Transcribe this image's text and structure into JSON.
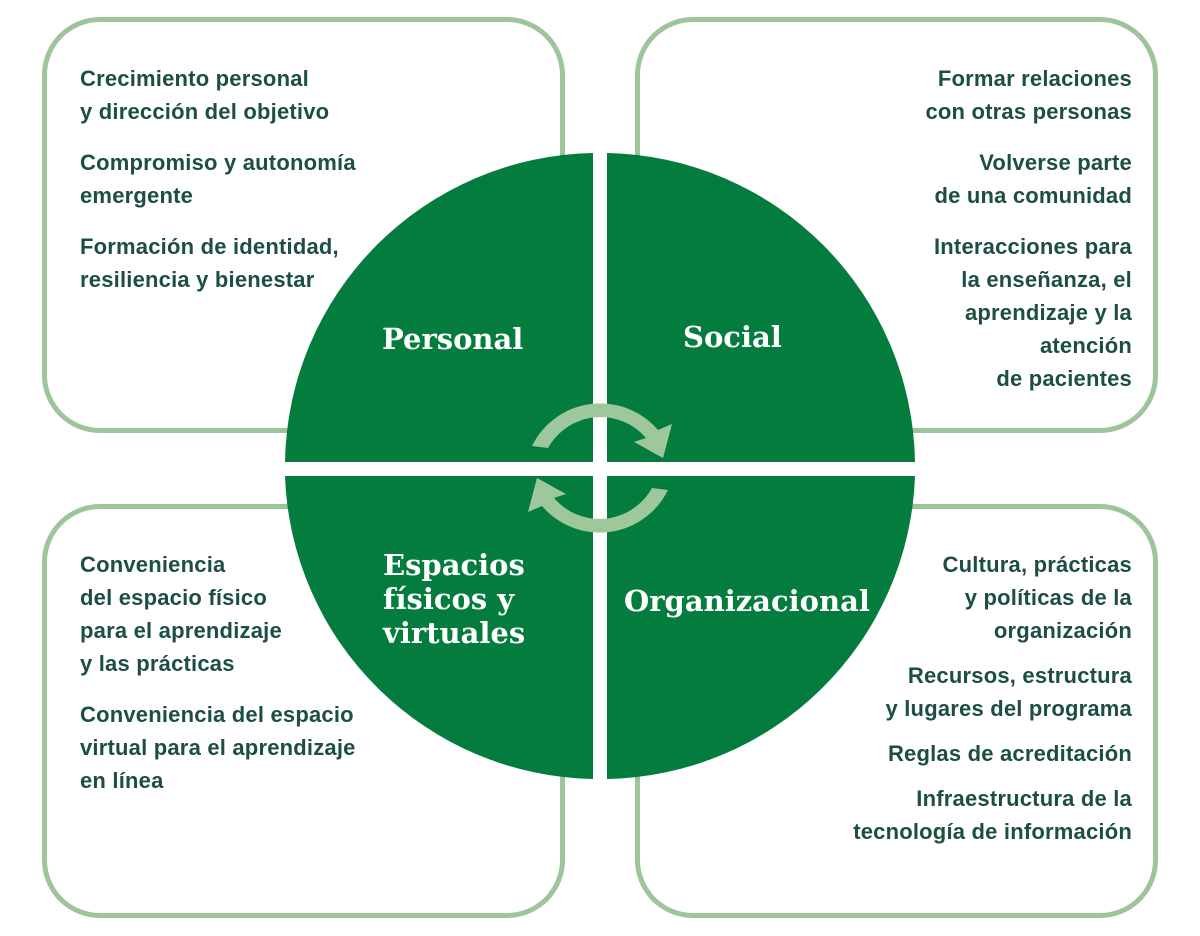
{
  "colors": {
    "box_border": "#9dc49a",
    "wheel_green": "#047c3e",
    "arrow_green": "#9fc79c",
    "text_dark_green": "#1d4e44",
    "label_white": "#ffffff"
  },
  "wheel": {
    "quadrants": [
      {
        "label": "Personal"
      },
      {
        "label": "Social"
      },
      {
        "label": "Espacios\nfísicos y\nvirtuales"
      },
      {
        "label": "Organizacional"
      }
    ],
    "center_icon": "cycle-arrows-icon"
  },
  "boxes": {
    "personal_items": [
      "Crecimiento personal\ny dirección del objetivo",
      "Compromiso y autonomía\nemergente",
      "Formación de identidad,\nresiliencia y bienestar"
    ],
    "social_items": [
      "Formar relaciones\ncon otras personas",
      "Volverse parte\nde una comunidad",
      "Interacciones para\nla enseñanza, el\naprendizaje y la\natención\nde pacientes"
    ],
    "espacios_items": [
      "Conveniencia\ndel espacio físico\npara el aprendizaje\ny las prácticas",
      "Conveniencia del espacio\nvirtual para el aprendizaje\nen línea"
    ],
    "organizacional_items": [
      "Cultura, prácticas\ny políticas de la\norganización",
      "Recursos, estructura\ny lugares del programa",
      "Reglas de acreditación",
      "Infraestructura de la\ntecnología de información"
    ]
  }
}
